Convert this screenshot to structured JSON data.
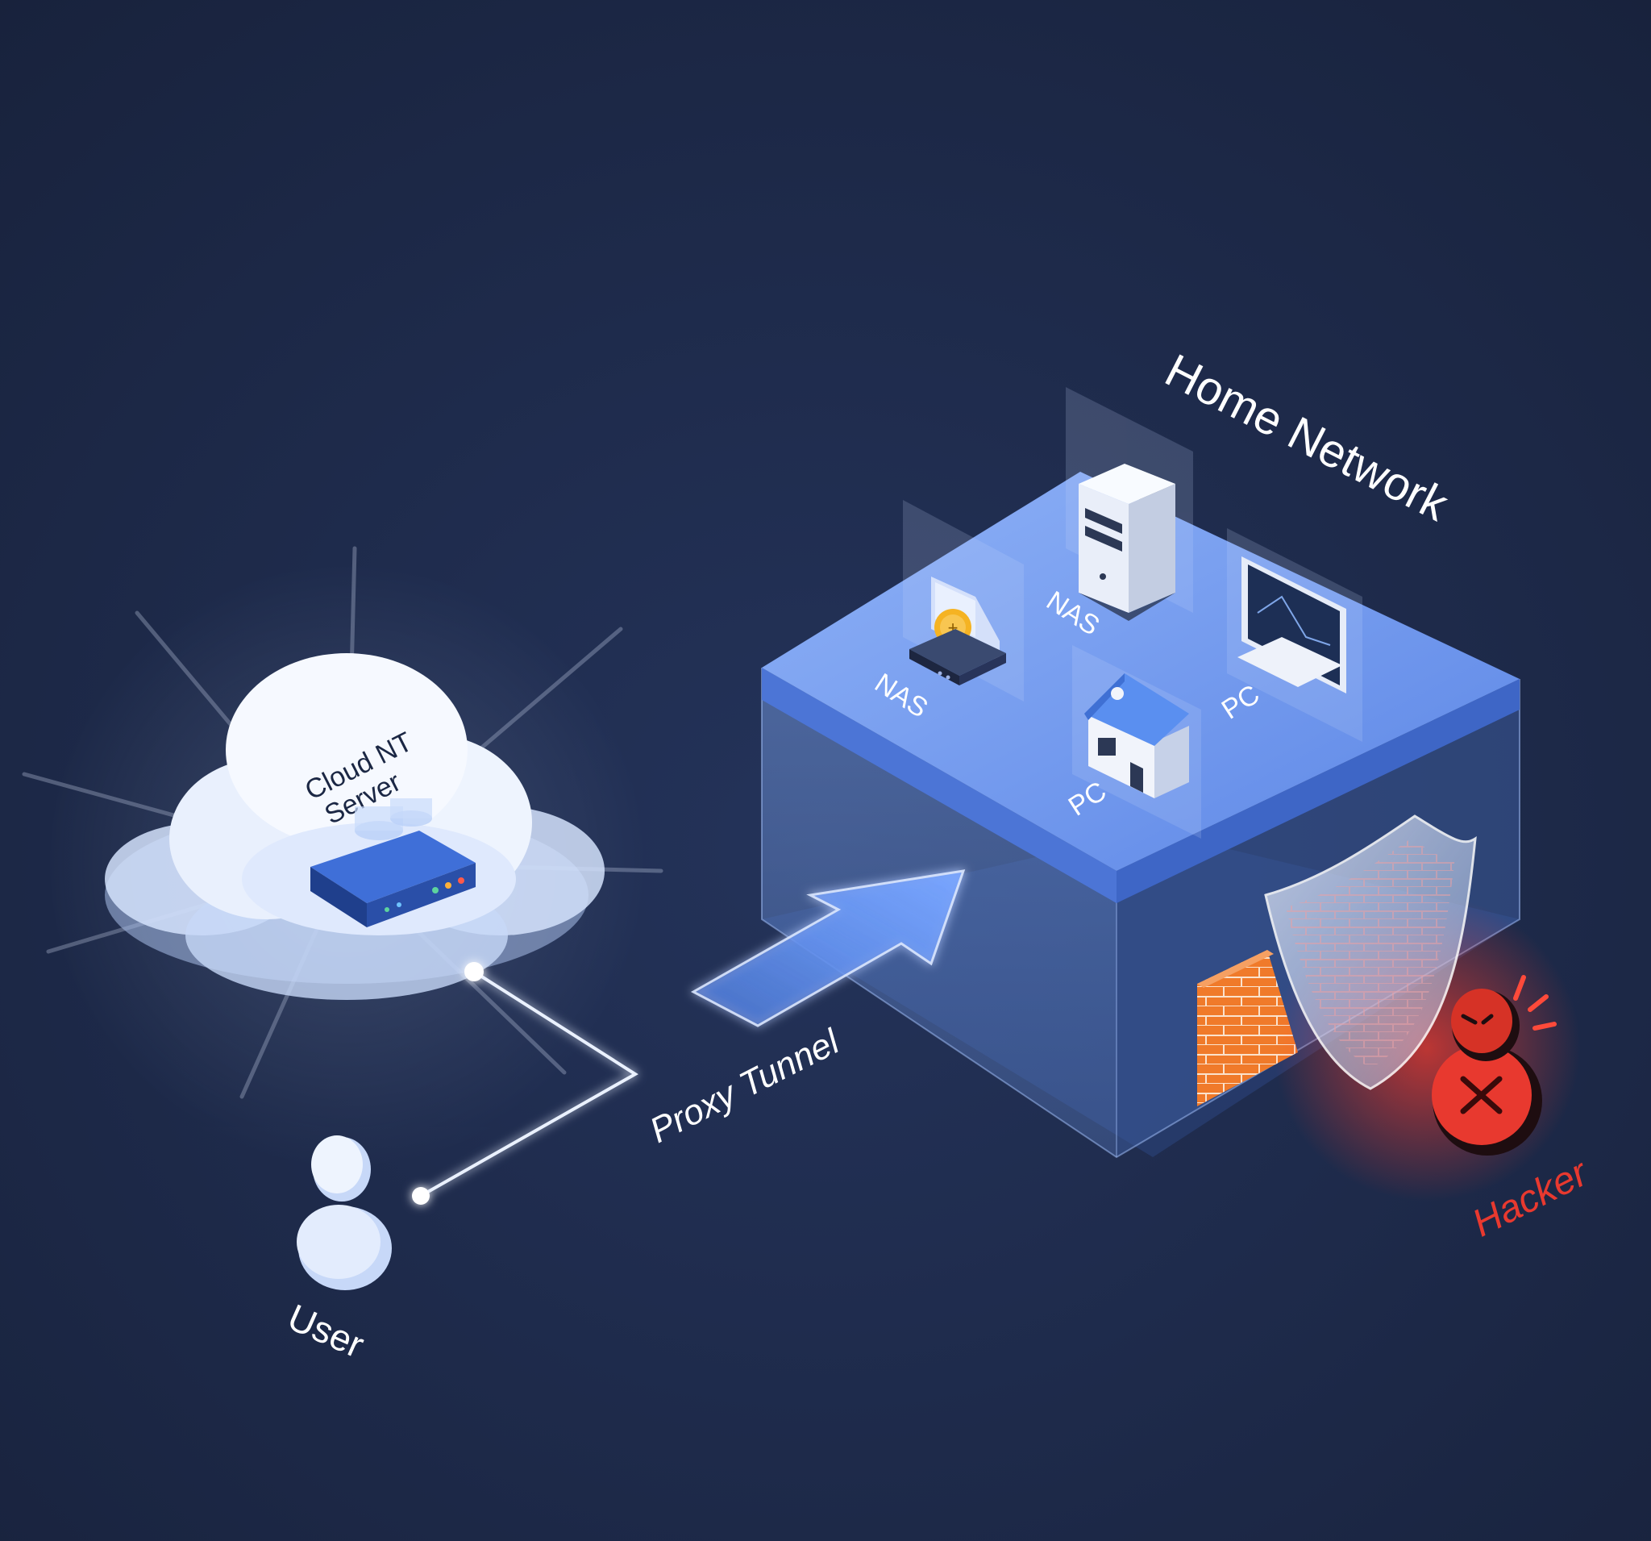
{
  "labels": {
    "cloud_line1": "Cloud NT",
    "cloud_line2": "Server",
    "user": "User",
    "proxy_tunnel": "Proxy Tunnel",
    "home_network": "Home Network",
    "nas_back": "NAS",
    "nas_front": "NAS",
    "pc_right": "PC",
    "pc_front": "PC",
    "hacker": "Hacker"
  },
  "colors": {
    "background": "#1b2744",
    "accent_blue": "#5b8ef0",
    "glow": "#ffffff",
    "firewall_orange": "#f07a2a",
    "danger_red": "#e8392f"
  },
  "icons": [
    "cloud-icon",
    "server-appliance-icon",
    "user-icon",
    "tunnel-arrow-icon",
    "nas-tower-icon",
    "nas-device-icon",
    "monitor-icon",
    "house-icon",
    "brick-firewall-icon",
    "shield-icon",
    "hacker-icon"
  ]
}
